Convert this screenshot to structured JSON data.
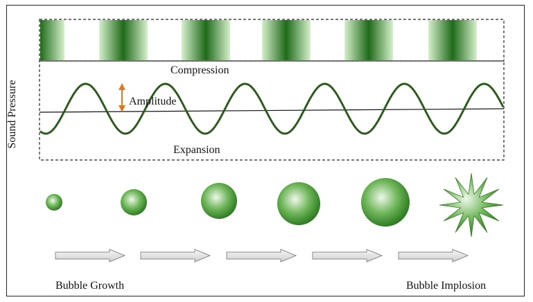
{
  "labels": {
    "y_axis": "Sound Pressure",
    "compression": "Compression",
    "amplitude": "Amplitude",
    "expansion": "Expansion",
    "bubble_growth": "Bubble Growth",
    "bubble_implosion": "Bubble Implosion"
  },
  "colors": {
    "wave": "#2e5a1e",
    "band_dark": "#1f6a1a",
    "band_light": "#d6f0cc",
    "bubble_dark": "#3a8a2a",
    "bubble_light": "#e6f5e0",
    "amplitude_arrow": "#e07a20",
    "arrow_fill": "#e8e8e8",
    "arrow_stroke": "#888888"
  },
  "stages": {
    "bubble_count": 5,
    "implosion_spikes": 12,
    "arrow_count": 5,
    "compression_bands": 6,
    "wave_cycles": 5.5
  }
}
